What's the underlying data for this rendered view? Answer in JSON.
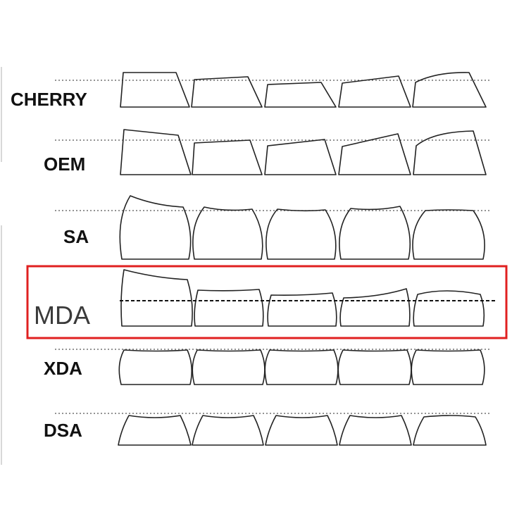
{
  "rows": [
    {
      "id": "cherry",
      "label": "CHERRY"
    },
    {
      "id": "oem",
      "label": "OEM"
    },
    {
      "id": "sa",
      "label": "SA"
    },
    {
      "id": "mda",
      "label": "MDA"
    },
    {
      "id": "xda",
      "label": "XDA"
    },
    {
      "id": "dsa",
      "label": "DSA"
    }
  ],
  "highlighted_row": "MDA",
  "colors": {
    "highlight": "#e02020",
    "outline": "#222222",
    "background": "#ffffff"
  }
}
